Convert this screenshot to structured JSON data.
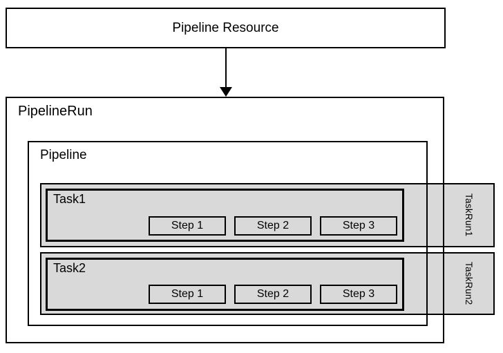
{
  "diagram": {
    "title_box": {
      "label": "Pipeline Resource"
    },
    "pipeline_run": {
      "label": "PipelineRun"
    },
    "pipeline": {
      "label": "Pipeline"
    },
    "tasks": [
      {
        "label": "Task1",
        "taskrun_label": "TaskRun1",
        "steps": [
          "Step 1",
          "Step 2",
          "Step 3"
        ]
      },
      {
        "label": "Task2",
        "taskrun_label": "TaskRun2",
        "steps": [
          "Step 1",
          "Step 2",
          "Step 3"
        ]
      }
    ],
    "colors": {
      "band_fill": "#d9d9d9",
      "border": "#000000",
      "background": "#ffffff"
    }
  }
}
